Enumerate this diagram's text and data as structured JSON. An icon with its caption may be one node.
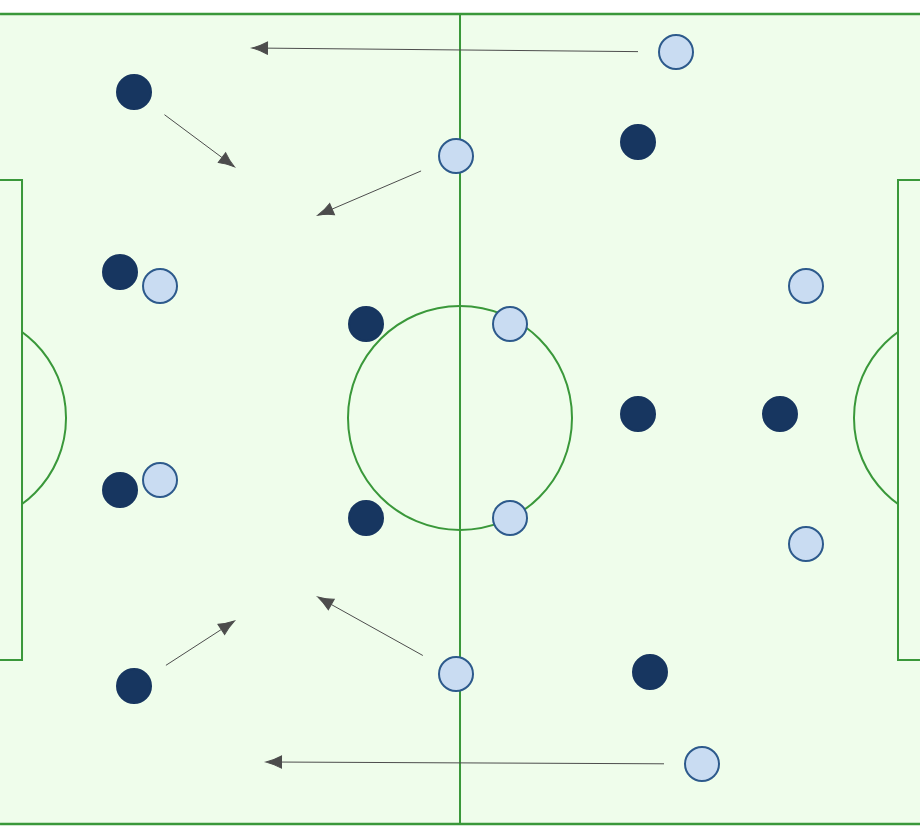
{
  "diagram": {
    "nodes": [
      {
        "text": [],
        "shape": "circle"
      },
      {
        "text": [],
        "shape": "circle"
      },
      {
        "text": [],
        "shape": "circle"
      },
      {
        "text": [],
        "shape": "circle"
      },
      {
        "text": [],
        "shape": "circle"
      },
      {
        "text": [],
        "shape": "circle"
      },
      {
        "text": [],
        "shape": "circle"
      },
      {
        "text": [],
        "shape": "circle"
      },
      {
        "text": [],
        "shape": "circle"
      },
      {
        "text": [],
        "shape": "circle"
      },
      {
        "text": [],
        "shape": "circle"
      },
      {
        "text": [],
        "shape": "circle"
      },
      {
        "text": [],
        "shape": "circle"
      },
      {
        "text": [],
        "shape": "circle"
      },
      {
        "text": [],
        "shape": "circle"
      },
      {
        "text": [],
        "shape": "circle"
      },
      {
        "text": [],
        "shape": "circle"
      },
      {
        "text": [],
        "shape": "circle"
      },
      {
        "text": [],
        "shape": "circle"
      },
      {
        "text": [],
        "shape": "circle"
      }
    ],
    "edges": [
      {
        "from": 0,
        "to": null,
        "arrow": "to"
      },
      {
        "from": 1,
        "to": null,
        "arrow": "to"
      },
      {
        "from": 3,
        "to": null,
        "arrow": "to"
      },
      {
        "from": 18,
        "to": null,
        "arrow": "to"
      },
      {
        "from": 17,
        "to": null,
        "arrow": "to"
      },
      {
        "from": 19,
        "to": null,
        "arrow": "to"
      }
    ]
  }
}
